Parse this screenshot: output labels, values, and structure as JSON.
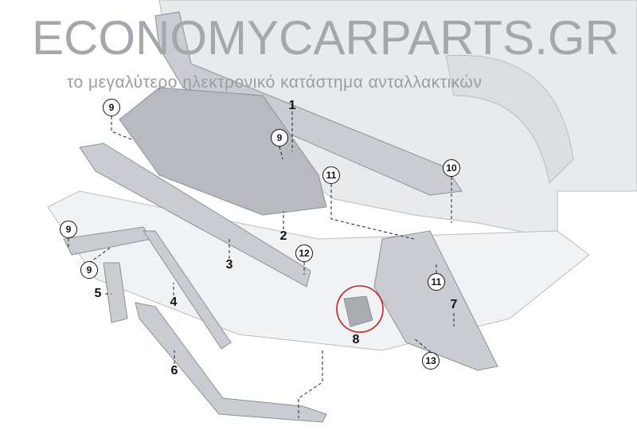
{
  "diagram": {
    "callouts": [
      {
        "id": "c1",
        "label": "1",
        "style": "plain"
      },
      {
        "id": "c9a",
        "label": "9",
        "style": "circle"
      },
      {
        "id": "c9b",
        "label": "9",
        "style": "circle"
      },
      {
        "id": "c10",
        "label": "10",
        "style": "circle"
      },
      {
        "id": "c11a",
        "label": "11",
        "style": "circle"
      },
      {
        "id": "c9c",
        "label": "9",
        "style": "circle"
      },
      {
        "id": "c2",
        "label": "2",
        "style": "plain"
      },
      {
        "id": "c12",
        "label": "12",
        "style": "circle"
      },
      {
        "id": "c9d",
        "label": "9",
        "style": "circle"
      },
      {
        "id": "c3",
        "label": "3",
        "style": "plain"
      },
      {
        "id": "c11b",
        "label": "11",
        "style": "circle"
      },
      {
        "id": "c5",
        "label": "5",
        "style": "plain"
      },
      {
        "id": "c4",
        "label": "4",
        "style": "plain"
      },
      {
        "id": "c7",
        "label": "7",
        "style": "plain"
      },
      {
        "id": "c8",
        "label": "8",
        "style": "plain"
      },
      {
        "id": "c13",
        "label": "13",
        "style": "circle"
      },
      {
        "id": "c6",
        "label": "6",
        "style": "plain"
      }
    ],
    "highlight_color": "#cc1f1f"
  },
  "watermark": {
    "brand": "ECONOMYCARPARTS.GR",
    "tagline": "το μεγαλύτερο ηλεκτρονικό κατάστημα ανταλλακτικών"
  }
}
